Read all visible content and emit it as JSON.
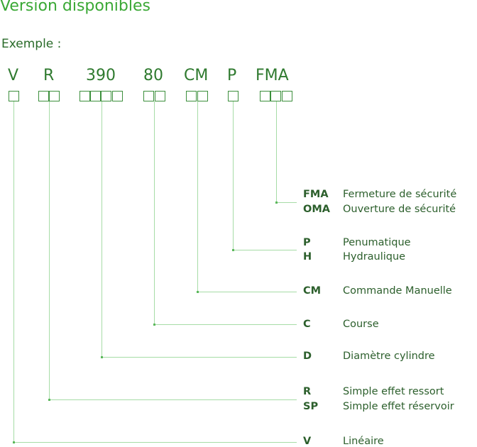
{
  "title": "Version disponibles",
  "example_label": "Exemple :",
  "code_parts": [
    {
      "text": "V",
      "boxes": 1
    },
    {
      "text": "R",
      "boxes": 2
    },
    {
      "text": "390",
      "boxes": 4
    },
    {
      "text": "80",
      "boxes": 2
    },
    {
      "text": "CM",
      "boxes": 2
    },
    {
      "text": "P",
      "boxes": 1
    },
    {
      "text": "FMA",
      "boxes": 3
    }
  ],
  "legend": [
    {
      "entries": [
        {
          "code": "FMA",
          "desc": "Fermeture de sécurité"
        },
        {
          "code": "OMA",
          "desc": "Ouverture de sécurité"
        }
      ]
    },
    {
      "entries": [
        {
          "code": "P",
          "desc": "Penumatique"
        },
        {
          "code": "H",
          "desc": "Hydraulique"
        }
      ]
    },
    {
      "entries": [
        {
          "code": "CM",
          "desc": "Commande Manuelle"
        }
      ]
    },
    {
      "entries": [
        {
          "code": "C",
          "desc": "Course"
        }
      ]
    },
    {
      "entries": [
        {
          "code": "D",
          "desc": "Diamètre cylindre"
        }
      ]
    },
    {
      "entries": [
        {
          "code": "R",
          "desc": "Simple effet ressort"
        },
        {
          "code": "SP",
          "desc": "Simple effet réservoir"
        }
      ]
    },
    {
      "entries": [
        {
          "code": "V",
          "desc": "Linéaire"
        }
      ]
    }
  ],
  "colors": {
    "title": "#3aa835",
    "code_text": "#2f7a2f",
    "box_border": "#3c8f3c",
    "connector_line": "#a6dca6",
    "legend_text": "#2c5f2c"
  }
}
